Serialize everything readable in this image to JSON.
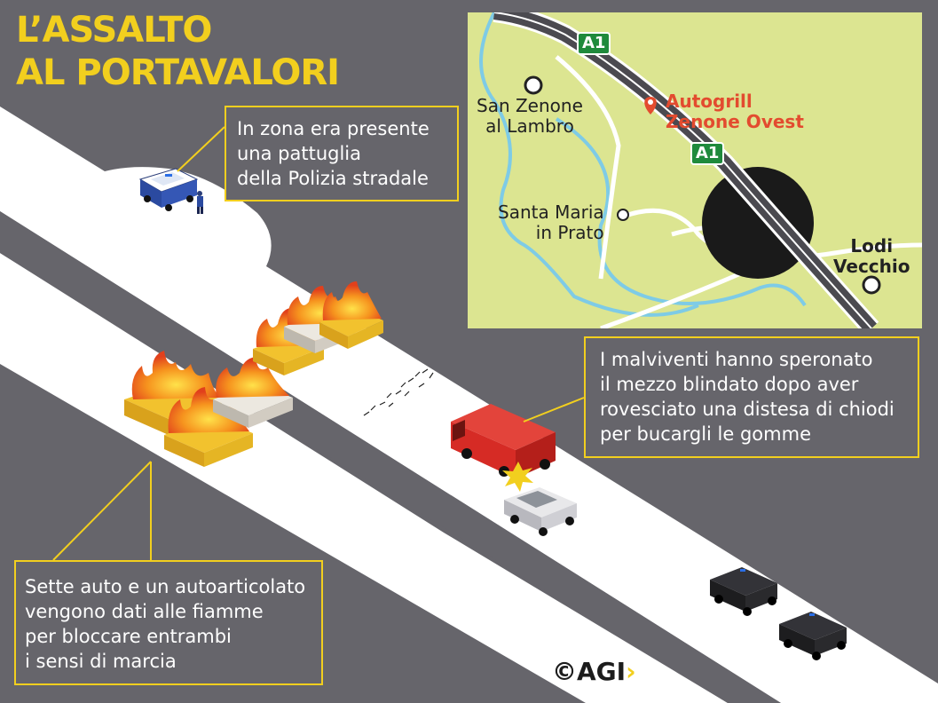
{
  "title": {
    "line1": "L’ASSALTO",
    "line2": "AL PORTAVALORI"
  },
  "callouts": {
    "police": [
      "In zona era presente",
      "una pattuglia",
      "della Polizia stradale"
    ],
    "van": [
      "I malviventi hanno speronato",
      "il mezzo blindato dopo aver",
      "rovesciato una distesa di chiodi",
      "per bucargli le gomme"
    ],
    "fire": [
      "Sette auto e un autoarticolato",
      "vengono dati alle fiamme",
      "per bloccare entrambi",
      "i sensi di marcia"
    ]
  },
  "map": {
    "highway_shield": "A1",
    "places": {
      "san_zenone": [
        "San Zenone",
        "al Lambro"
      ],
      "santa_maria": [
        "Santa Maria",
        "in Prato"
      ],
      "lodi": [
        "Lodi",
        "Vecchio"
      ],
      "autogrill": [
        "Autogrill",
        "Zenone Ovest"
      ]
    }
  },
  "credit": {
    "copyright": "©",
    "brand": "AGI",
    "chevron": "›"
  },
  "colors": {
    "background": "#66656b",
    "road": "#ffffff",
    "accent_yellow": "#f2cf1e",
    "map_land": "#dce591",
    "river": "#7ecbe6",
    "autogrill_red": "#e34b2f",
    "shield_green": "#1f8a3c",
    "van_red": "#d62b25",
    "armored_black": "#1d1d1f"
  },
  "icons": [
    "police-car-icon",
    "police-officer-icon",
    "burning-car-icon",
    "red-van-icon",
    "silver-car-icon",
    "black-suv-icon",
    "nails-icon",
    "map-pin-icon",
    "town-marker-icon"
  ]
}
